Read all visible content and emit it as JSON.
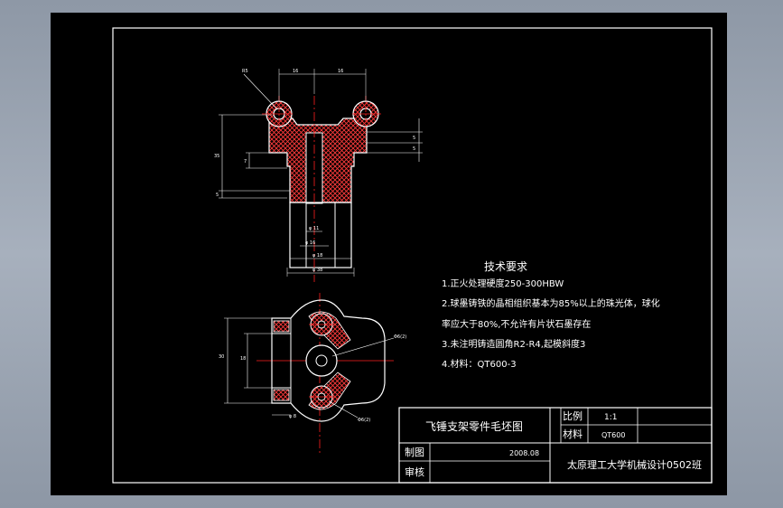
{
  "colors": {
    "background": "#000000",
    "outline": "#ffffff",
    "hatch": "#ff3b3b",
    "centerline": "#ff2020",
    "dimension": "#ffffff"
  },
  "tech_requirements": {
    "title": "技术要求",
    "items": [
      "1.正火处理硬度250-300HBW",
      "2.球墨铸铁的晶相组织基本为85%以上的珠光体，球化",
      "率应大于80%,不允许有片状石墨存在",
      "3.未注明铸造圆角R2-R4,起模斜度3",
      "4.材料：QT600-3"
    ]
  },
  "title_block": {
    "part_name": "飞锤支架零件毛坯图",
    "scale_label": "比例",
    "scale_value": "1:1",
    "material_label": "材料",
    "material_value": "QT600",
    "drawn_label": "制图",
    "check_label": "审核",
    "date": "2008.08",
    "organization": "太原理工大学机械设计0502班"
  },
  "dimensions": {
    "front_top_left": "16",
    "front_top_right": "16",
    "front_hole": "R5",
    "front_left_height": "35",
    "front_left_mid": "7",
    "front_left_low": "5",
    "front_right_a": "5",
    "front_right_b": "5",
    "front_bottom_1": "φ 11",
    "front_bottom_2": "φ 16",
    "front_bottom_3": "φ 18",
    "front_bottom_4": "φ 38",
    "side_left_height": "30",
    "side_left_inner": "18",
    "side_bottom": "φ 8",
    "side_right_hole": "Φ6(2)",
    "side_right_bottom": "Φ6(2)"
  }
}
